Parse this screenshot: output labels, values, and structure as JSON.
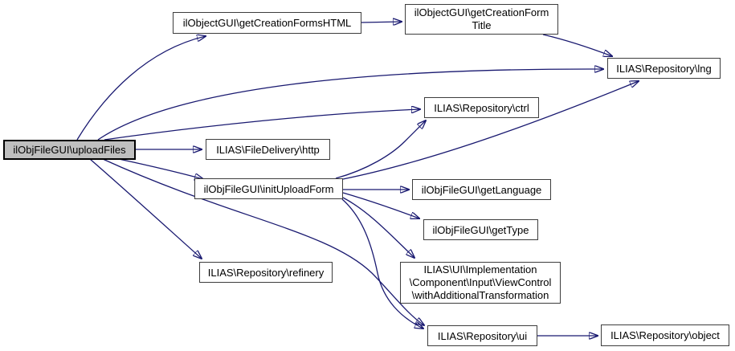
{
  "diagram": {
    "kind": "call-graph",
    "colors": {
      "edge": "#191970",
      "node_fill": "#ffffff",
      "node_border": "#3d3d3d",
      "highlight_fill": "#bfbfbf",
      "text": "#000000"
    },
    "nodes": {
      "uploadFiles": {
        "label": "ilObjFileGUI\\uploadFiles",
        "highlighted": true
      },
      "getCreationFormsHTML": {
        "label": "ilObjectGUI\\getCreationFormsHTML"
      },
      "getCreationFormTitle": {
        "line1": "ilObjectGUI\\getCreationForm",
        "line2": "Title"
      },
      "lng": {
        "label": "ILIAS\\Repository\\lng"
      },
      "ctrl": {
        "label": "ILIAS\\Repository\\ctrl"
      },
      "http": {
        "label": "ILIAS\\FileDelivery\\http"
      },
      "initUploadForm": {
        "label": "ilObjFileGUI\\initUploadForm"
      },
      "getLanguage": {
        "label": "ilObjFileGUI\\getLanguage"
      },
      "getType": {
        "label": "ilObjFileGUI\\getType"
      },
      "viewControl": {
        "line1": "ILIAS\\UI\\Implementation",
        "line2": "\\Component\\Input\\ViewControl",
        "line3": "\\withAdditionalTransformation"
      },
      "refinery": {
        "label": "ILIAS\\Repository\\refinery"
      },
      "ui": {
        "label": "ILIAS\\Repository\\ui"
      },
      "object": {
        "label": "ILIAS\\Repository\\object"
      }
    },
    "edges": [
      {
        "from": "uploadFiles",
        "to": "getCreationFormsHTML"
      },
      {
        "from": "uploadFiles",
        "to": "ctrl"
      },
      {
        "from": "uploadFiles",
        "to": "lng"
      },
      {
        "from": "uploadFiles",
        "to": "http"
      },
      {
        "from": "uploadFiles",
        "to": "initUploadForm"
      },
      {
        "from": "uploadFiles",
        "to": "refinery"
      },
      {
        "from": "uploadFiles",
        "to": "ui"
      },
      {
        "from": "getCreationFormsHTML",
        "to": "getCreationFormTitle"
      },
      {
        "from": "getCreationFormTitle",
        "to": "lng"
      },
      {
        "from": "initUploadForm",
        "to": "ctrl"
      },
      {
        "from": "initUploadForm",
        "to": "lng"
      },
      {
        "from": "initUploadForm",
        "to": "getLanguage"
      },
      {
        "from": "initUploadForm",
        "to": "getType"
      },
      {
        "from": "initUploadForm",
        "to": "viewControl"
      },
      {
        "from": "initUploadForm",
        "to": "ui"
      },
      {
        "from": "ui",
        "to": "object"
      }
    ]
  }
}
